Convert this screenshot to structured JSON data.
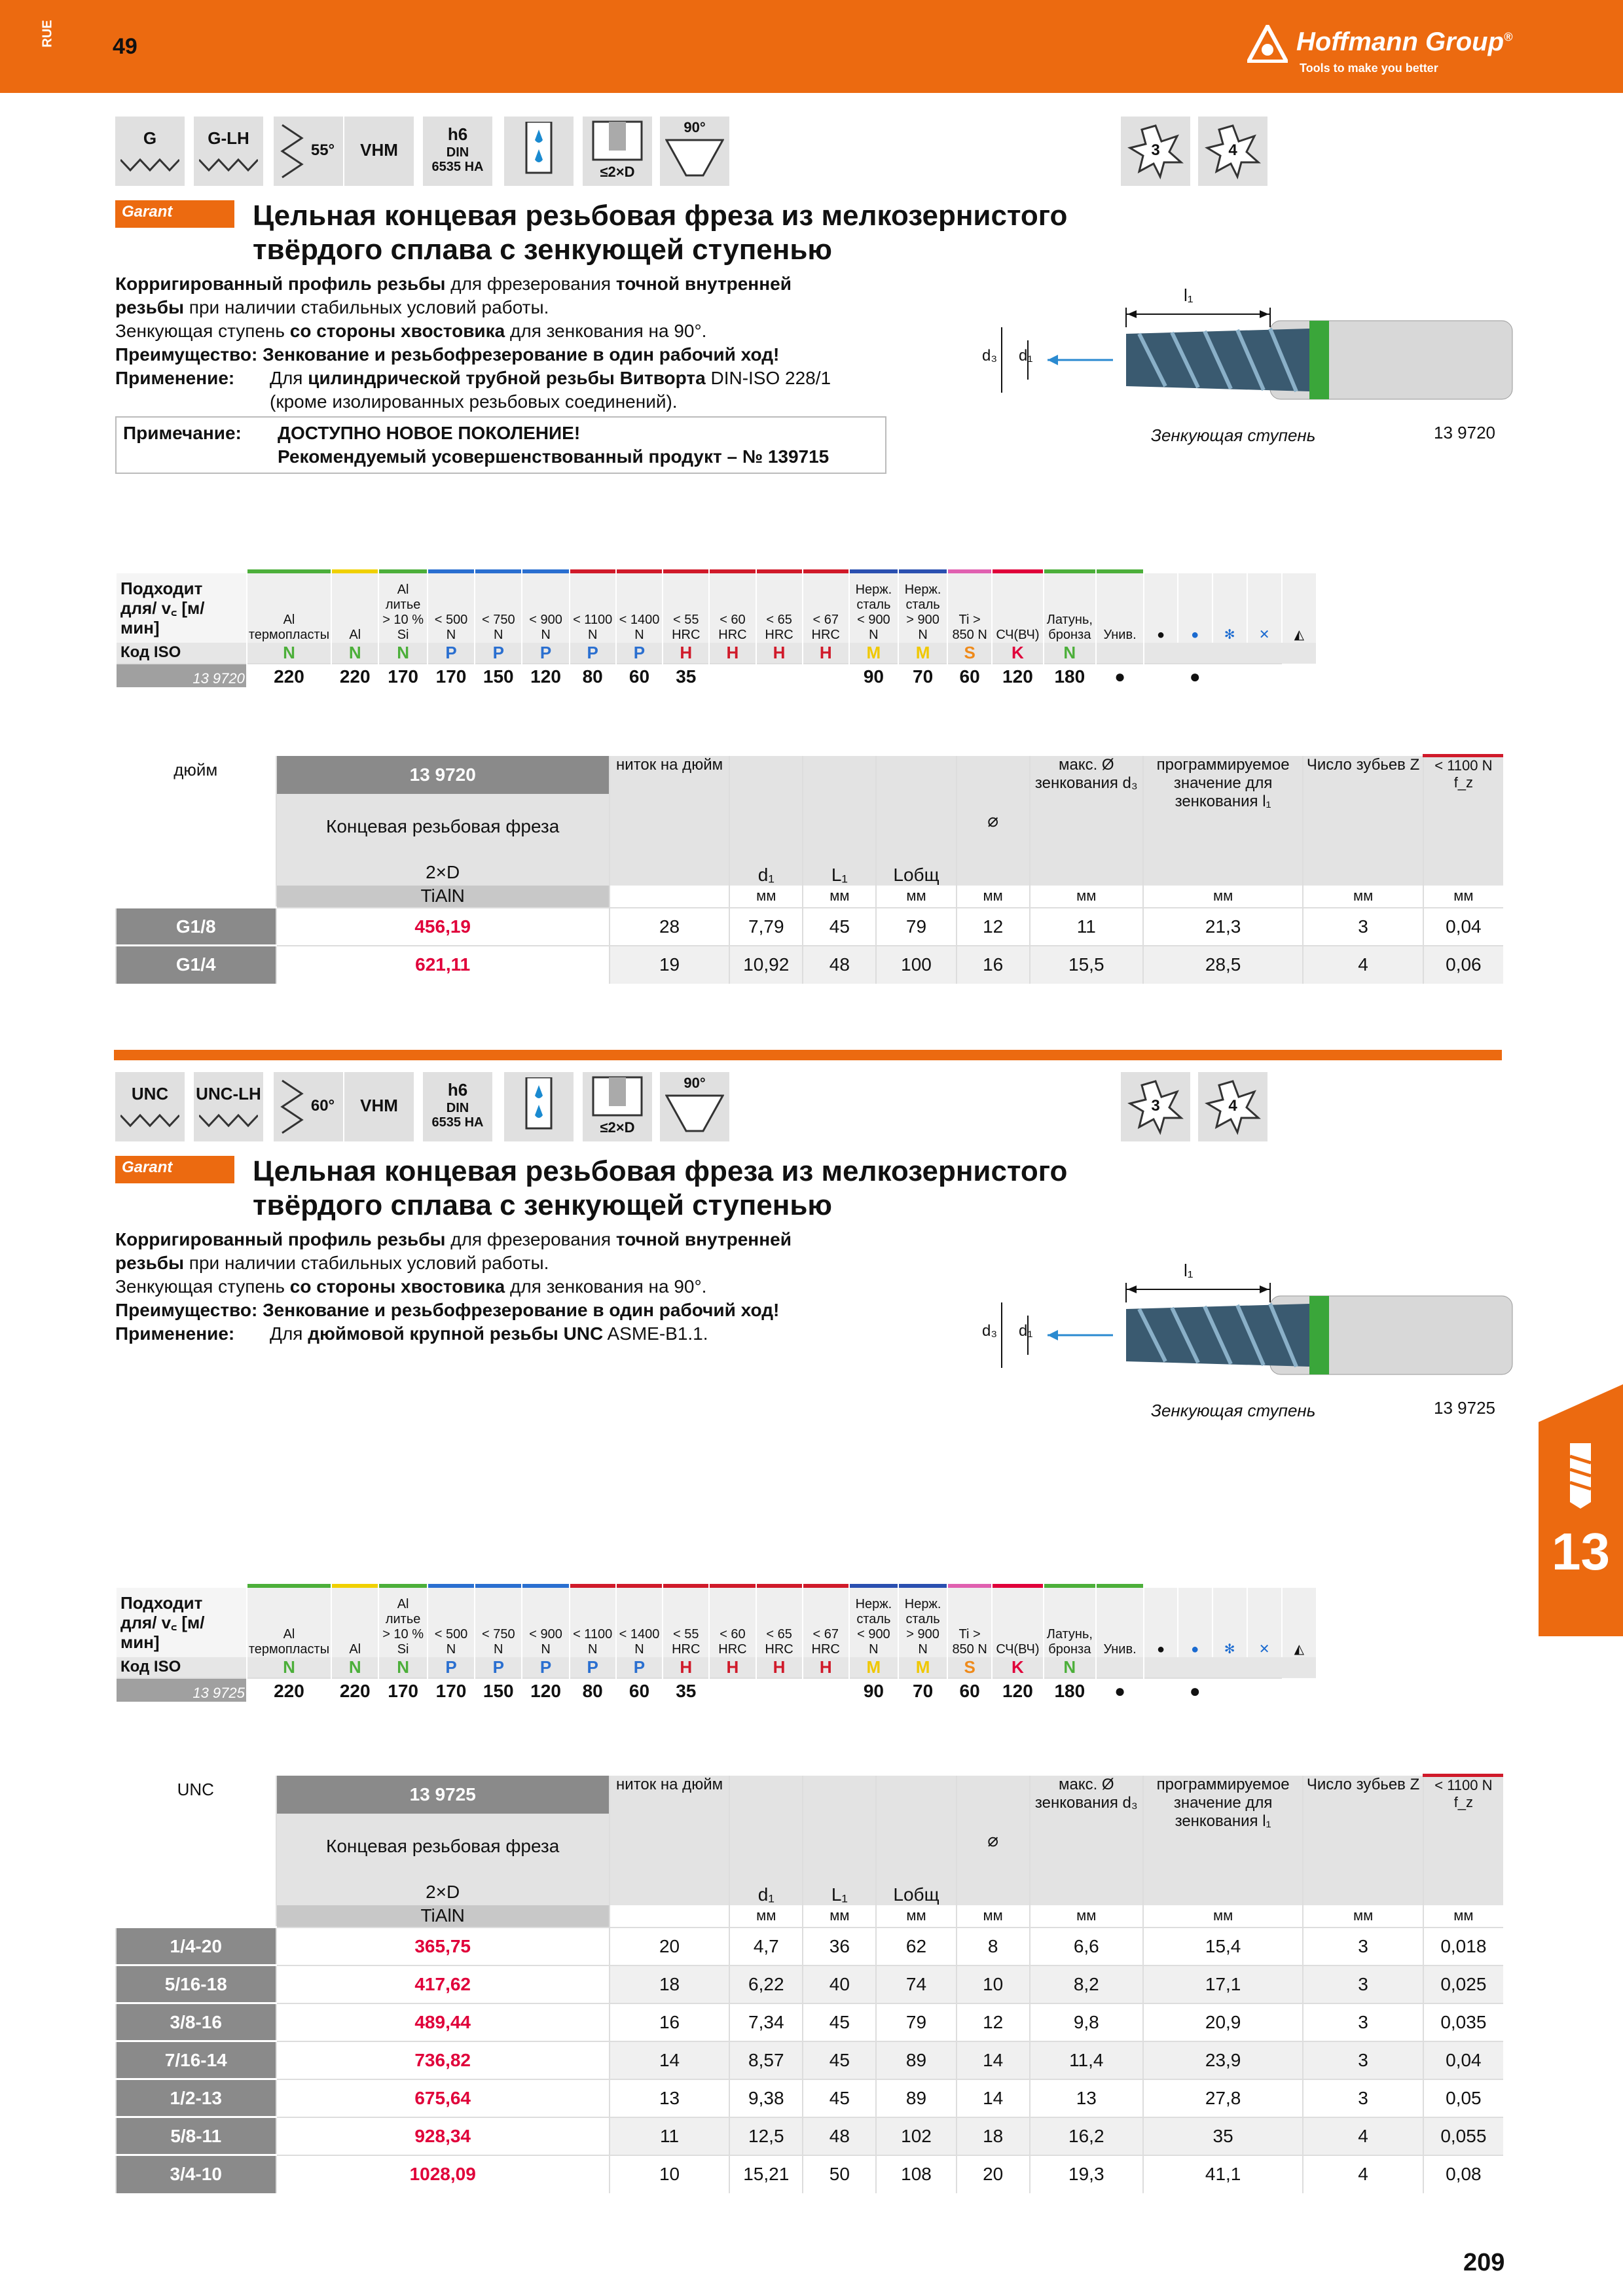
{
  "header": {
    "lang": "RUE",
    "page_top": "49",
    "brand": "Hoffmann Group",
    "brand_reg": "®",
    "tagline": "Tools to make you better"
  },
  "section_tab": "13",
  "page_bottom": "209",
  "sections": [
    {
      "icons": {
        "i1": "G",
        "i2": "G-LH",
        "i3": "55°",
        "i4": "VHM",
        "i5a": "h6",
        "i5b": "DIN",
        "i5c": "6535 HA",
        "i7": "≤2×D",
        "i8": "90°",
        "z3": "3",
        "z4": "4"
      },
      "garant": "Garant",
      "title1": "Цельная концевая резьбовая фреза из мелкозернистого",
      "title2": "твёрдого сплава с зенкующей ступенью",
      "d1b": "Корригированный профиль резьбы",
      "d1": " для фрезерования ",
      "d1c": "точной внутренней",
      "d2b": "резьбы",
      "d2": " при наличии стабильных условий работы.",
      "d3": "Зенкующая ступень ",
      "d3b": "со стороны хвостовика",
      "d3c": " для зенкования на 90°.",
      "advl": "Преимущество:",
      "adv": "Зенкование и резьбофрезерование в один рабочий ход!",
      "appl": "Применение:",
      "app1": "Для ",
      "app1b": "цилиндрической трубной резьбы Витворта",
      "app1c": " DIN-ISO 228/1",
      "app2": "(кроме изолированных резьбовых соединений).",
      "notel": "Примечание:",
      "note1": "ДОСТУПНО НОВОЕ ПОКОЛЕНИЕ!",
      "note2": "Рекомендуемый усовершенствованный продукт – № 139715",
      "fig_l1": "l₁",
      "fig_d3": "d₃",
      "fig_d1": "d₁",
      "fig_caption": "Зенкующая ступень",
      "fig_code": "13 9720",
      "mat": {
        "hdr": "Подходит для/ v꜀ [м/мин]",
        "cols": [
          "Al термопласты",
          "Al",
          "Al литье > 10 % Si",
          "< 500 N",
          "< 750 N",
          "< 900 N",
          "< 1100 N",
          "< 1400 N",
          "< 55 HRC",
          "< 60 HRC",
          "< 65 HRC",
          "< 67 HRC",
          "Нерж. сталь < 900 N",
          "Нерж. сталь > 900 N",
          "Ti > 850 N",
          "СЧ(ВЧ)",
          "Латунь, бронза",
          "Унив."
        ],
        "iso_label": "Код ISO",
        "iso": [
          "N",
          "N",
          "N",
          "P",
          "P",
          "P",
          "P",
          "P",
          "H",
          "H",
          "H",
          "H",
          "M",
          "M",
          "S",
          "K",
          "N",
          ""
        ],
        "code": "13 9720",
        "vc": [
          "220",
          "220",
          "170",
          "170",
          "150",
          "120",
          "80",
          "60",
          "35",
          "",
          "",
          "",
          "90",
          "70",
          "60",
          "120",
          "180",
          "●",
          "",
          "●",
          "",
          ""
        ]
      },
      "prod": {
        "unit": "дюйм",
        "code": "13 9720",
        "desc": "Концевая резьбовая фреза",
        "d": "2×D",
        "coat": "TiAlN",
        "c_tpi": "ниток на дюйм",
        "c_d1": "d₁",
        "c_l1": "L₁",
        "c_lt": "Lобщ",
        "c_max": "макс. Ø зенкования d₃",
        "c_prog": "программируемое значение для зенкования l₁",
        "c_z": "Число зубьев Z",
        "c_fz": "f_z",
        "c_fzn": "< 1100 N",
        "mm": "мм",
        "rows": [
          {
            "s": "G1/8",
            "p": "456,19",
            "t": "28",
            "d1": "7,79",
            "l1": "45",
            "lt": "79",
            "d": "12",
            "m": "11",
            "pr": "21,3",
            "z": "3",
            "f": "0,04"
          },
          {
            "s": "G1/4",
            "p": "621,11",
            "t": "19",
            "d1": "10,92",
            "l1": "48",
            "lt": "100",
            "d": "16",
            "m": "15,5",
            "pr": "28,5",
            "z": "4",
            "f": "0,06"
          }
        ]
      }
    },
    {
      "icons": {
        "i1": "UNC",
        "i2": "UNC-LH",
        "i3": "60°",
        "i4": "VHM",
        "i5a": "h6",
        "i5b": "DIN",
        "i5c": "6535 HA",
        "i7": "≤2×D",
        "i8": "90°",
        "z3": "3",
        "z4": "4"
      },
      "garant": "Garant",
      "title1": "Цельная концевая резьбовая фреза из мелкозернистого",
      "title2": "твёрдого сплава с зенкующей ступенью",
      "d1b": "Корригированный профиль резьбы",
      "d1": " для фрезерования ",
      "d1c": "точной внутренней",
      "d2b": "резьбы",
      "d2": " при наличии стабильных условий работы.",
      "d3": "Зенкующая ступень ",
      "d3b": "со стороны хвостовика",
      "d3c": " для зенкования на 90°.",
      "advl": "Преимущество:",
      "adv": "Зенкование и резьбофрезерование в один рабочий ход!",
      "appl": "Применение:",
      "app1": "Для ",
      "app1b": "дюймовой крупной резьбы UNC",
      "app1c": " ASME-B1.1.",
      "fig_l1": "l₁",
      "fig_d3": "d₃",
      "fig_d1": "d₁",
      "fig_caption": "Зенкующая ступень",
      "fig_code": "13 9725",
      "mat": {
        "hdr": "Подходит для/ v꜀ [м/мин]",
        "cols": [
          "Al термопласты",
          "Al",
          "Al литье > 10 % Si",
          "< 500 N",
          "< 750 N",
          "< 900 N",
          "< 1100 N",
          "< 1400 N",
          "< 55 HRC",
          "< 60 HRC",
          "< 65 HRC",
          "< 67 HRC",
          "Нерж. сталь < 900 N",
          "Нерж. сталь > 900 N",
          "Ti > 850 N",
          "СЧ(ВЧ)",
          "Латунь, бронза",
          "Унив."
        ],
        "iso_label": "Код ISO",
        "iso": [
          "N",
          "N",
          "N",
          "P",
          "P",
          "P",
          "P",
          "P",
          "H",
          "H",
          "H",
          "H",
          "M",
          "M",
          "S",
          "K",
          "N",
          ""
        ],
        "code": "13 9725",
        "vc": [
          "220",
          "220",
          "170",
          "170",
          "150",
          "120",
          "80",
          "60",
          "35",
          "",
          "",
          "",
          "90",
          "70",
          "60",
          "120",
          "180",
          "●",
          "",
          "●",
          "",
          ""
        ]
      },
      "prod": {
        "unit": "UNC",
        "code": "13 9725",
        "desc": "Концевая резьбовая фреза",
        "d": "2×D",
        "coat": "TiAlN",
        "c_tpi": "ниток на дюйм",
        "c_d1": "d₁",
        "c_l1": "L₁",
        "c_lt": "Lобщ",
        "c_max": "макс. Ø зенкования d₃",
        "c_prog": "программируемое значение для зенкования l₁",
        "c_z": "Число зубьев Z",
        "c_fz": "f_z",
        "c_fzn": "< 1100 N",
        "mm": "мм",
        "rows": [
          {
            "s": "1/4-20",
            "p": "365,75",
            "t": "20",
            "d1": "4,7",
            "l1": "36",
            "lt": "62",
            "d": "8",
            "m": "6,6",
            "pr": "15,4",
            "z": "3",
            "f": "0,018"
          },
          {
            "s": "5/16-18",
            "p": "417,62",
            "t": "18",
            "d1": "6,22",
            "l1": "40",
            "lt": "74",
            "d": "10",
            "m": "8,2",
            "pr": "17,1",
            "z": "3",
            "f": "0,025"
          },
          {
            "s": "3/8-16",
            "p": "489,44",
            "t": "16",
            "d1": "7,34",
            "l1": "45",
            "lt": "79",
            "d": "12",
            "m": "9,8",
            "pr": "20,9",
            "z": "3",
            "f": "0,035"
          },
          {
            "s": "7/16-14",
            "p": "736,82",
            "t": "14",
            "d1": "8,57",
            "l1": "45",
            "lt": "89",
            "d": "14",
            "m": "11,4",
            "pr": "23,9",
            "z": "3",
            "f": "0,04"
          },
          {
            "s": "1/2-13",
            "p": "675,64",
            "t": "13",
            "d1": "9,38",
            "l1": "45",
            "lt": "89",
            "d": "14",
            "m": "13",
            "pr": "27,8",
            "z": "3",
            "f": "0,05"
          },
          {
            "s": "5/8-11",
            "p": "928,34",
            "t": "11",
            "d1": "12,5",
            "l1": "48",
            "lt": "102",
            "d": "18",
            "m": "16,2",
            "pr": "35",
            "z": "4",
            "f": "0,055"
          },
          {
            "s": "3/4-10",
            "p": "1028,09",
            "t": "10",
            "d1": "15,21",
            "l1": "50",
            "lt": "108",
            "d": "20",
            "m": "19,3",
            "pr": "41,1",
            "z": "4",
            "f": "0,08"
          }
        ]
      }
    }
  ],
  "iso_colors": {
    "N": "#4caf3a",
    "P": "#2a6fd0",
    "H": "#d01a2a",
    "M": "#f0c800",
    "S": "#ef8a1a",
    "K": "#e0003a"
  },
  "bar_colors": [
    "#4caf3a",
    "#f0d000",
    "#4caf3a",
    "#2a6fd0",
    "#2a6fd0",
    "#2a6fd0",
    "#d01a2a",
    "#d01a2a",
    "#d01a2a",
    "#d01a2a",
    "#d01a2a",
    "#d01a2a",
    "#2a4fb0",
    "#2a4fb0",
    "#e060b0",
    "#e0003a",
    "#4caf3a",
    "#4caf3a"
  ]
}
